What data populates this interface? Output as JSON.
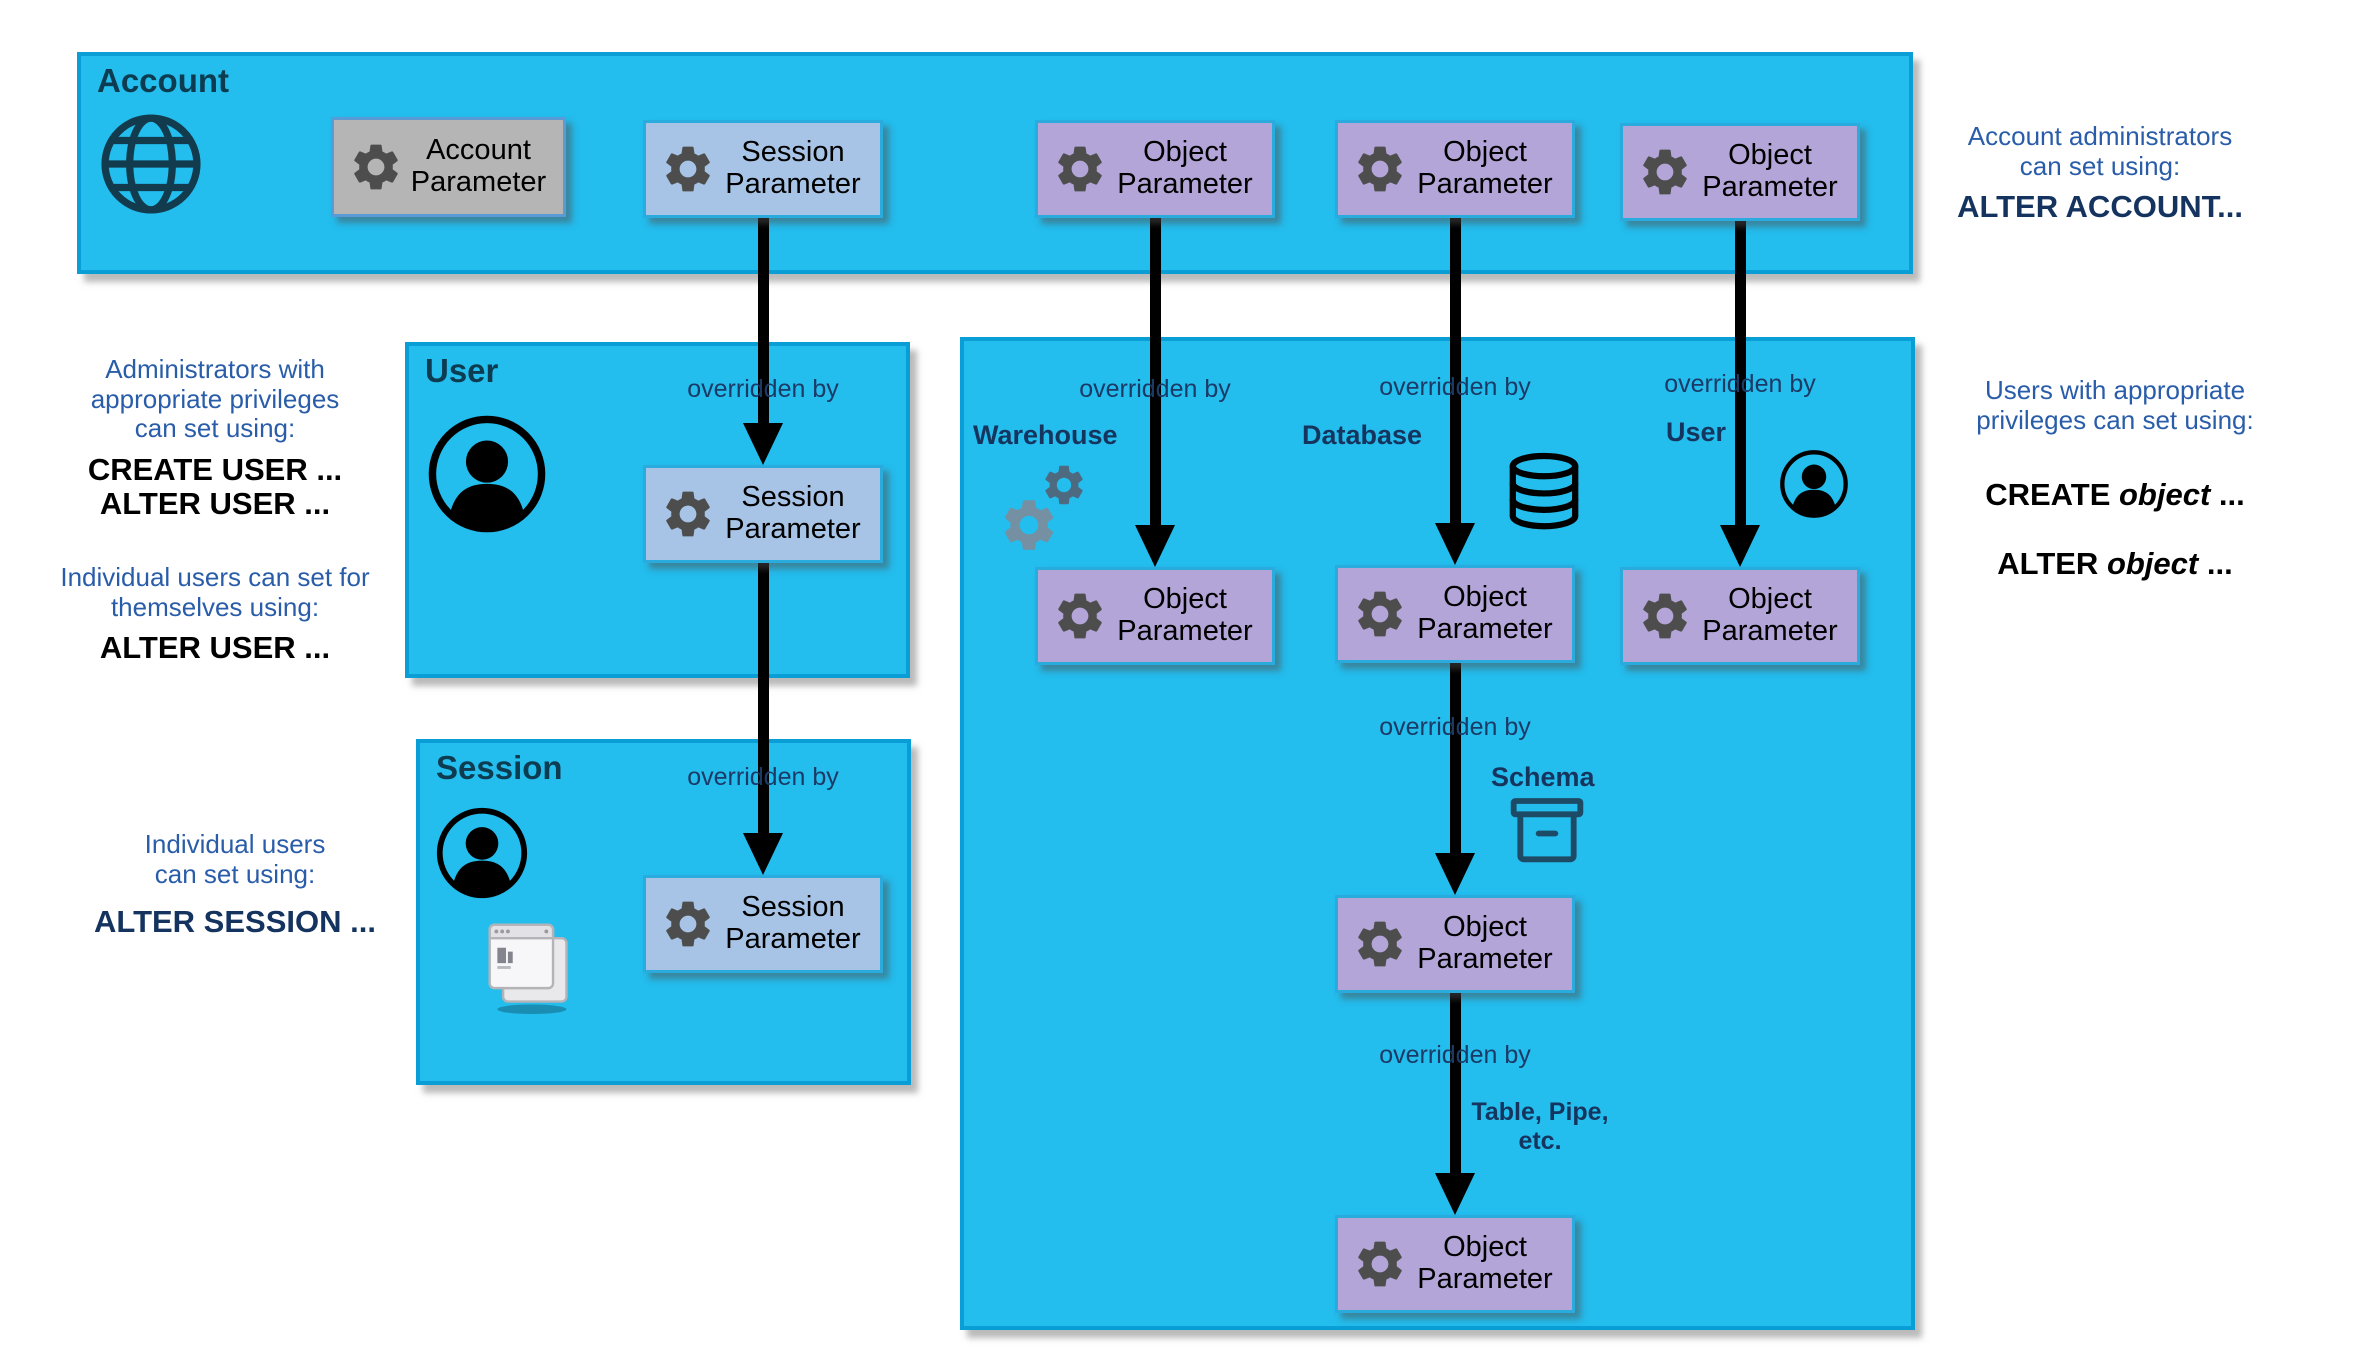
{
  "diagram": {
    "panels": {
      "account": {
        "title": "Account"
      },
      "user": {
        "title": "User"
      },
      "session": {
        "title": "Session"
      },
      "object_hierarchy": {
        "title": ""
      }
    },
    "param_labels": {
      "account": "Account\nParameter",
      "session": "Session\nParameter",
      "object": "Object\nParameter"
    },
    "arrow_label": "overridden by",
    "level_labels": {
      "warehouse": "Warehouse",
      "database": "Database",
      "user": "User",
      "schema": "Schema",
      "table": "Table, Pipe,\netc."
    },
    "notes": {
      "account_admins": {
        "lead": "Account administrators\ncan set using:",
        "command": "ALTER ACCOUNT..."
      },
      "user_admins": {
        "lead": "Administrators with\nappropriate privileges\ncan set using:",
        "command": "CREATE USER ...\nALTER USER ..."
      },
      "user_self": {
        "lead": "Individual users can set for\nthemselves using:",
        "command": "ALTER USER ..."
      },
      "session_self": {
        "lead": "Individual users\ncan set using:",
        "command": "ALTER SESSION ..."
      },
      "object_users": {
        "lead": "Users with appropriate\nprivileges can set using:",
        "create": {
          "pre": "CREATE ",
          "em": "object",
          "post": " ..."
        },
        "alter": {
          "pre": "ALTER ",
          "em": "object",
          "post": " ..."
        }
      }
    },
    "icons": {
      "account_panel": "globe-icon",
      "user_panel": "person-circle-icon",
      "session_panel": [
        "person-circle-icon",
        "app-windows-icon"
      ],
      "warehouse_level": "gears-icon",
      "database_level": "database-icon",
      "user_level": "person-circle-icon",
      "schema_level": "storage-box-icon",
      "parameter_box": "gear-icon"
    },
    "colors": {
      "panel_fill": "#23bdee",
      "panel_border": "#0a9ed6",
      "account_param_fill": "#b5b5b5",
      "account_param_border": "#5b9bd5",
      "session_param_fill": "#a7c4e6",
      "object_param_fill": "#b3a5d7",
      "param_border": "#2aabdd",
      "gear": "#4d4d4d",
      "arrow": "#000000",
      "panel_title_text": "#0d3b50",
      "note_lead_text": "#2a5da9",
      "note_command_navy": "#14335f",
      "note_command_black": "#000000",
      "arrow_label_text": "#1c3a66",
      "level_label_text": "#16355e"
    }
  }
}
